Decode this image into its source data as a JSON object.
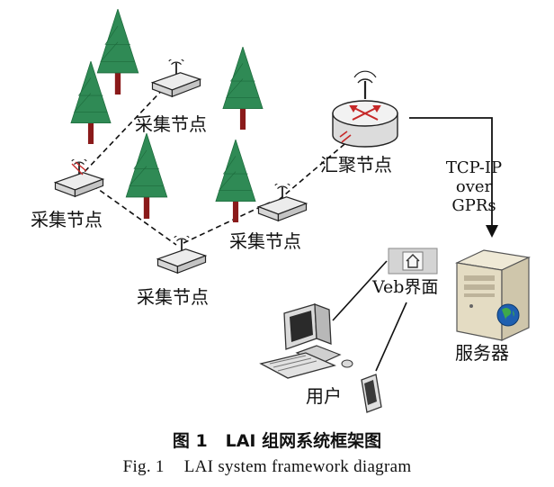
{
  "labels": {
    "collect_node": "采集节点",
    "sink_node": "汇聚节点",
    "protocol": [
      "TCP-IP",
      "over",
      "GPRs"
    ],
    "web_ui": "Veb界面",
    "server": "服务器",
    "user": "用户"
  },
  "caption": {
    "cn_number": "图 1",
    "cn_title": "LAI 组网系统框架图",
    "en_number": "Fig. 1",
    "en_title": "LAI system framework diagram"
  },
  "colors": {
    "tree_green": "#2f8a55",
    "trunk": "#8a1a1a",
    "router_red": "#c62828",
    "globe_blue": "#1e5fb0"
  }
}
